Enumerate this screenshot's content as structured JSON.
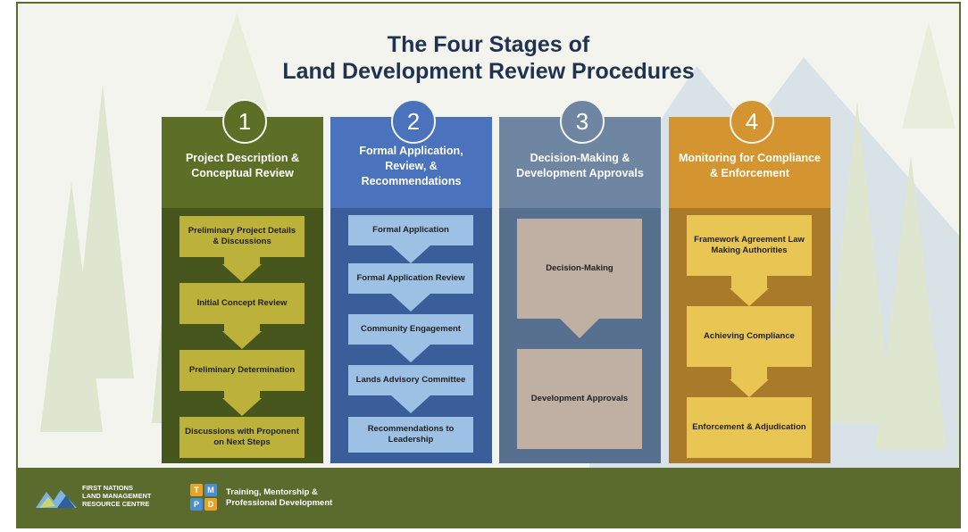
{
  "title": {
    "line1": "The Four Stages of",
    "line2": "Land Development Review Procedures"
  },
  "stages": [
    {
      "number": "1",
      "heading": "Project Description & Conceptual Review",
      "steps": [
        "Preliminary Project Details & Discussions",
        "Initial Concept Review",
        "Preliminary Determination",
        "Discussions with Proponent on Next Steps"
      ]
    },
    {
      "number": "2",
      "heading": "Formal Application, Review, & Recommendations",
      "steps": [
        "Formal Application",
        "Formal Application Review",
        "Community Engagement",
        "Lands Advisory Committee",
        "Recommendations to Leadership"
      ]
    },
    {
      "number": "3",
      "heading": "Decision-Making & Development Approvals",
      "steps": [
        "Decision-Making",
        "Development Approvals"
      ]
    },
    {
      "number": "4",
      "heading": "Monitoring for Compliance & Enforcement",
      "steps": [
        "Framework Agreement Law Making Authorities",
        "Achieving Compliance",
        "Enforcement & Adjudication"
      ]
    }
  ],
  "colors": {
    "stage1_head": "#5d6f27",
    "stage1_body": "#46561d",
    "stage1_box": "#bcb13a",
    "stage2_head": "#4a72bd",
    "stage2_body": "#3b5d99",
    "stage2_box": "#9dc1e4",
    "stage3_head": "#6f86a3",
    "stage3_body": "#58708f",
    "stage3_box": "#c0b0a3",
    "stage4_head": "#d49530",
    "stage4_body": "#a97a2a",
    "stage4_box": "#e9c654",
    "footer": "#5a6b2d",
    "title": "#1f3350"
  },
  "footer": {
    "org_line1": "FIRST NATIONS",
    "org_line2": "LAND MANAGEMENT",
    "org_line3": "RESOURCE CENTRE",
    "tmpd_letters": [
      "T",
      "M",
      "P",
      "D"
    ],
    "program_line1": "Training, Mentorship &",
    "program_line2": "Professional Development"
  }
}
